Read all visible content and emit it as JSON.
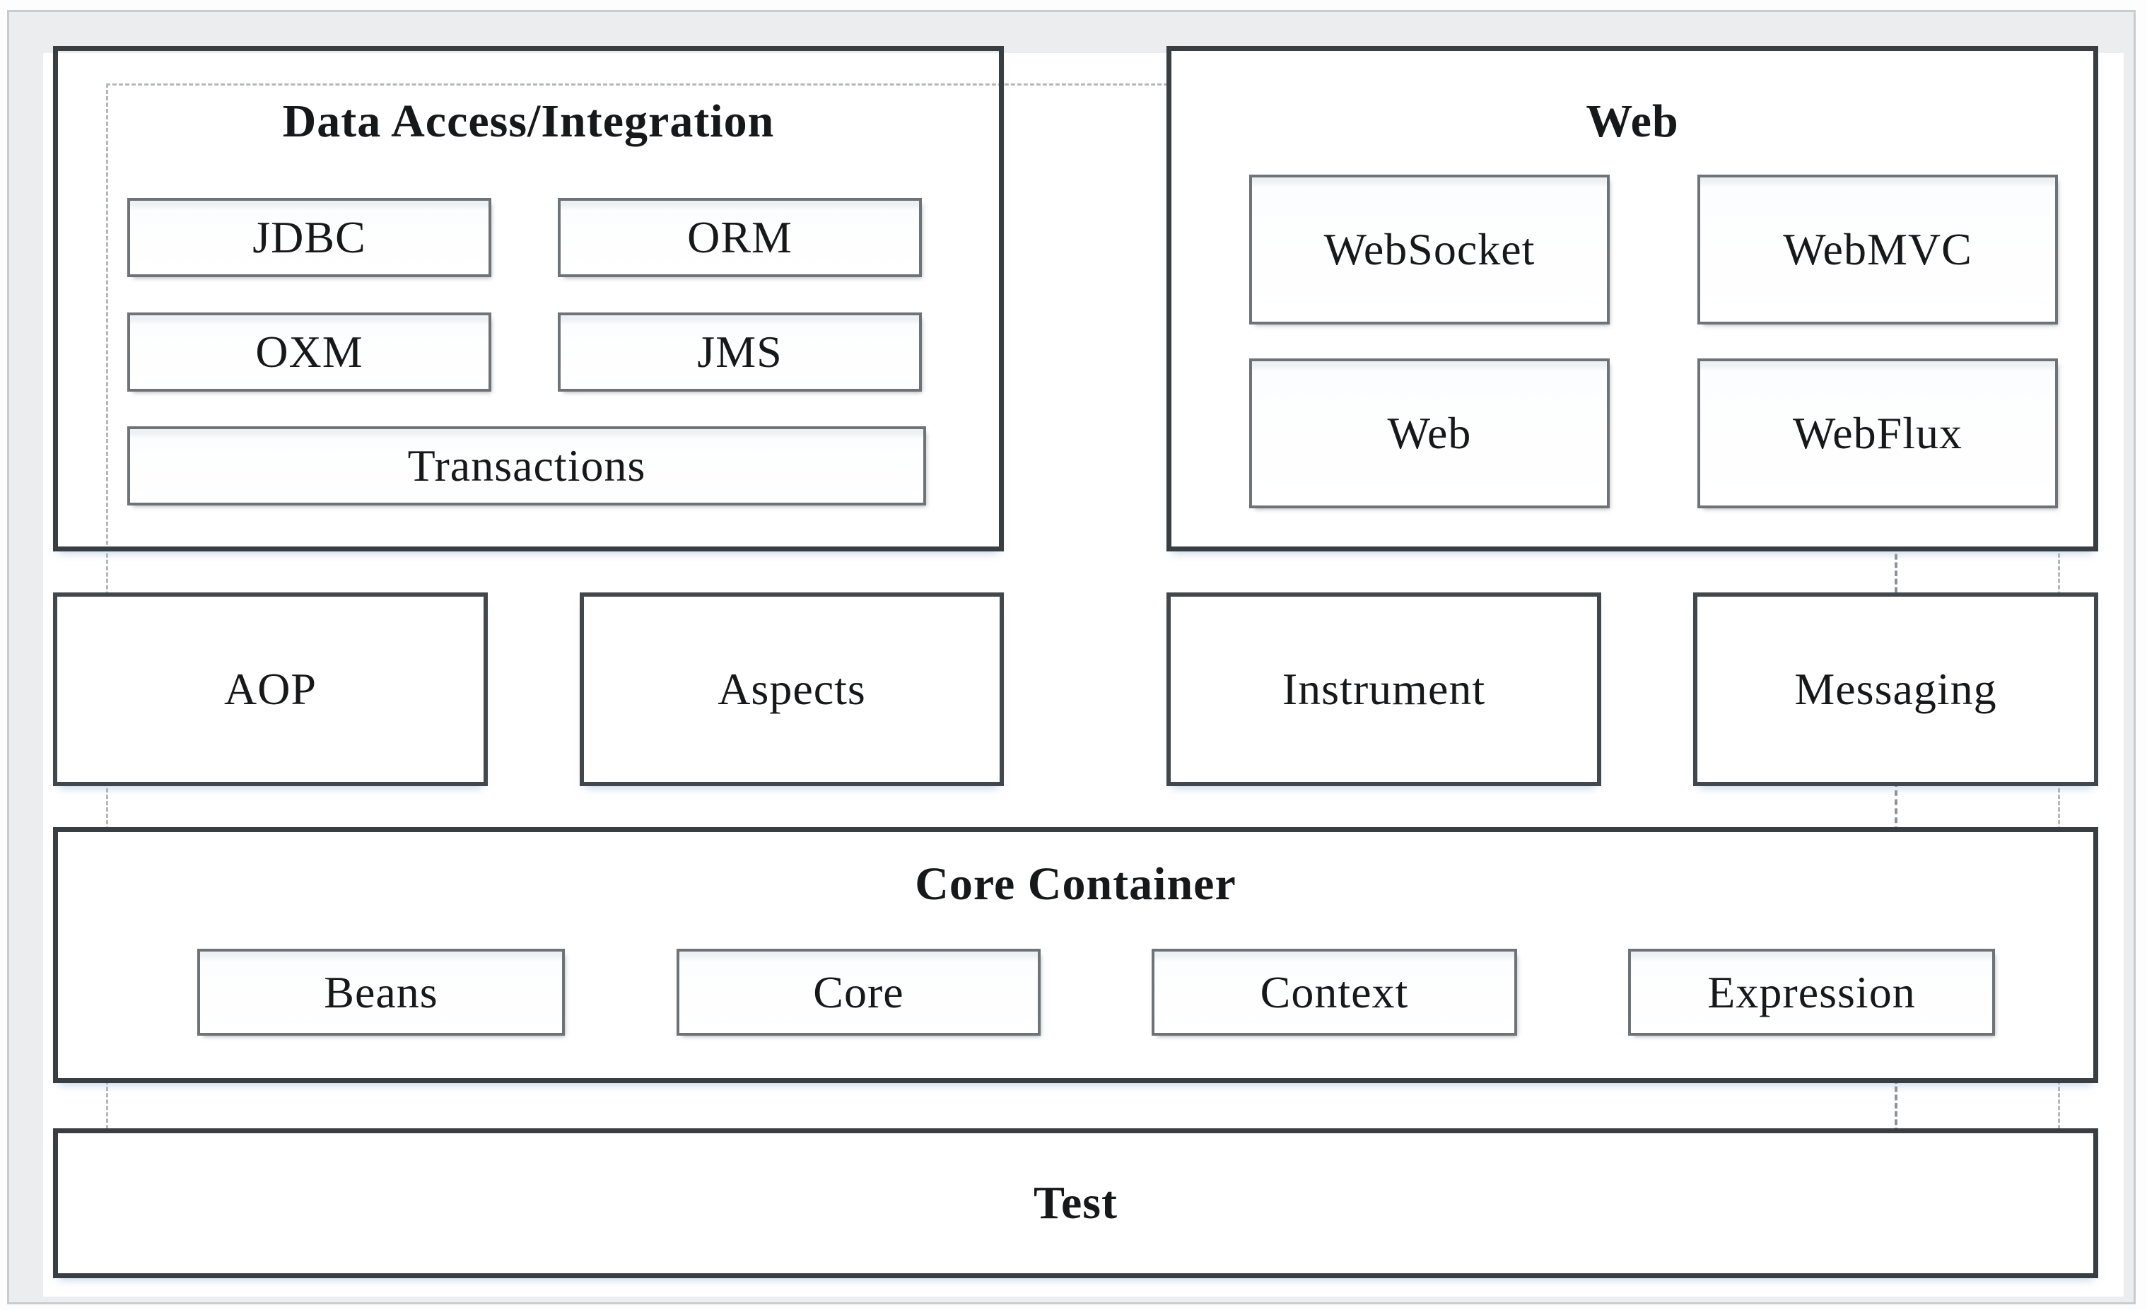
{
  "sections": {
    "data_access": {
      "title": "Data Access/Integration",
      "modules": [
        "JDBC",
        "ORM",
        "OXM",
        "JMS",
        "Transactions"
      ]
    },
    "web": {
      "title": "Web",
      "modules": [
        "WebSocket",
        "WebMVC",
        "Web",
        "WebFlux"
      ]
    },
    "middle_row": {
      "modules": [
        "AOP",
        "Aspects",
        "Instrument",
        "Messaging"
      ]
    },
    "core_container": {
      "title": "Core Container",
      "modules": [
        "Beans",
        "Core",
        "Context",
        "Expression"
      ]
    },
    "test": {
      "title": "Test"
    }
  },
  "colors": {
    "section_border": "#393e42",
    "module_border": "#6d7377",
    "dashed_guide": "#b3b8bb",
    "dashed_fold": "#8e9397",
    "frame_band": "#ecedee",
    "frame_line": "#c8ccce",
    "text": "#17181a",
    "background": "#ffffff"
  }
}
